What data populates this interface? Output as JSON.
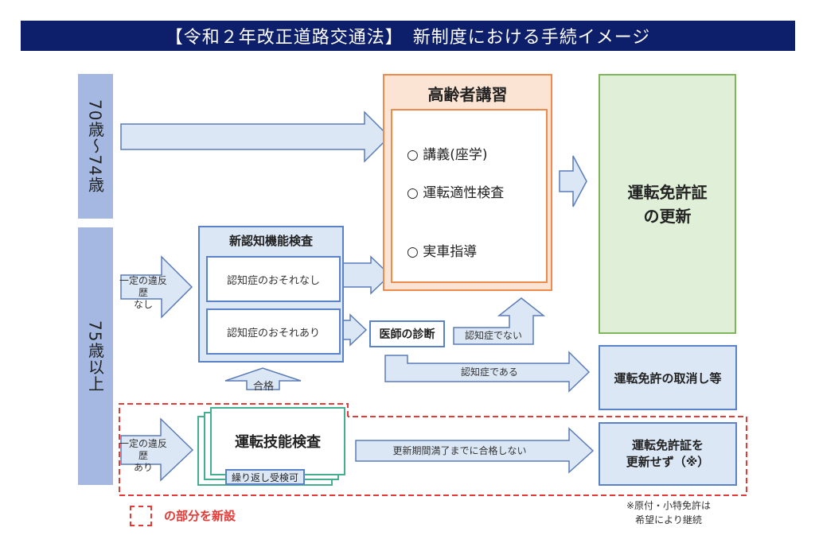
{
  "title": "【令和２年改正道路交通法】　新制度における手続イメージ",
  "age_groups": [
    {
      "label": "70歳〜74歳"
    },
    {
      "label": "75歳以上"
    }
  ],
  "lecture": {
    "title": "高齢者講習",
    "items": [
      "○ 講義(座学)",
      "○ 運転適性検査",
      "○ 実車指導"
    ]
  },
  "renewal": {
    "label_line1": "運転免許証",
    "label_line2": "の更新"
  },
  "cognitive_test": {
    "title": "新認知機能検査",
    "results": [
      "認知症のおそれなし",
      "認知症のおそれあり"
    ]
  },
  "arrows": {
    "no_violation": {
      "line1": "一定の違反歴",
      "line2": "なし"
    },
    "violation": {
      "line1": "一定の違反歴",
      "line2": "あり"
    },
    "passed": "合格",
    "not_dementia": "認知症でない",
    "is_dementia": "認知症である",
    "not_passed": "更新期間満了までに合格しない"
  },
  "doctor": "医師の診断",
  "cancel": "運転免許の取消し等",
  "skill_test": {
    "title": "運転技能検査",
    "retake": "繰り返し受検可"
  },
  "no_renewal": {
    "line1": "運転免許証を",
    "line2": "更新せず（※）"
  },
  "note": {
    "line1": "※原付・小特免許は",
    "line2": "希望により継続"
  },
  "legend": {
    "text": "の部分を新設"
  },
  "colors": {
    "title_bg": "#0d1f6b",
    "age_bg": "#a4b8e1",
    "arrow_fill": "#dce7f6",
    "arrow_stroke": "#5a7bb8",
    "lecture_border": "#ee8b4b",
    "renew_bg": "#e0efd7",
    "new_dashed": "#e53935",
    "skill_border": "#45b08f"
  }
}
